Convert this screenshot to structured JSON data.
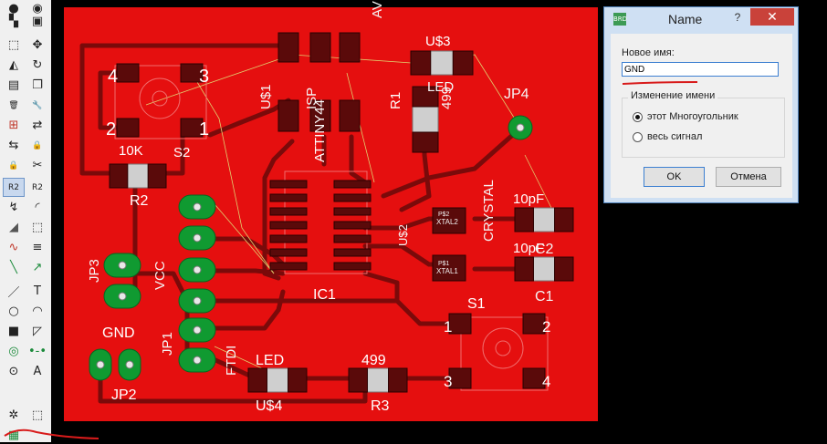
{
  "board": {
    "labels": [
      {
        "text": "4",
        "name": "s2-pin-4-label"
      },
      {
        "text": "3",
        "name": "s2-pin-3-label"
      },
      {
        "text": "2",
        "name": "s2-pin-2-label"
      },
      {
        "text": "1",
        "name": "s2-pin-1-label"
      },
      {
        "text": "10K",
        "name": "r2-value-label"
      },
      {
        "text": "S2",
        "name": "s2-name-label"
      },
      {
        "text": "R2",
        "name": "r2-name-label"
      },
      {
        "text": "U$3",
        "name": "u3-name-label"
      },
      {
        "text": "LED",
        "name": "u3-led-label"
      },
      {
        "text": "AVRISPSMD",
        "name": "avrispsmd-label"
      },
      {
        "text": "U$1",
        "name": "u1-name-label"
      },
      {
        "text": "ISP",
        "name": "isp-label"
      },
      {
        "text": "R1",
        "name": "r1-name-label"
      },
      {
        "text": "499",
        "name": "r1-value-label"
      },
      {
        "text": "JP4",
        "name": "jp4-label"
      },
      {
        "text": "ATTINY44",
        "name": "ic1-value-label"
      },
      {
        "text": "IC1",
        "name": "ic1-name-label"
      },
      {
        "text": "10pF",
        "name": "c2-value-label"
      },
      {
        "text": "10pF",
        "name": "c1-value-label"
      },
      {
        "text": "C2",
        "name": "c2-name-label"
      },
      {
        "text": "C1",
        "name": "c1-name-label"
      },
      {
        "text": "P$2",
        "name": "xtal2-pin-label"
      },
      {
        "text": "XTAL2",
        "name": "xtal2-label"
      },
      {
        "text": "P$1",
        "name": "xtal1-pin-label"
      },
      {
        "text": "XTAL1",
        "name": "xtal1-label"
      },
      {
        "text": "CRYSTAL",
        "name": "crystal-label"
      },
      {
        "text": "U$2",
        "name": "u2-name-label"
      },
      {
        "text": "JP3",
        "name": "jp3-label"
      },
      {
        "text": "VCC",
        "name": "vcc-label"
      },
      {
        "text": "GND",
        "name": "gnd-label"
      },
      {
        "text": "JP1",
        "name": "jp1-label"
      },
      {
        "text": "JP2",
        "name": "jp2-label"
      },
      {
        "text": "FTDI",
        "name": "ftdi-label"
      },
      {
        "text": "LED",
        "name": "u4-led-label"
      },
      {
        "text": "U$4",
        "name": "u4-name-label"
      },
      {
        "text": "499",
        "name": "r3-value-label"
      },
      {
        "text": "R3",
        "name": "r3-name-label"
      },
      {
        "text": "S1",
        "name": "s1-name-label"
      },
      {
        "text": "1",
        "name": "s1-pin-1-label"
      },
      {
        "text": "2",
        "name": "s1-pin-2-label"
      },
      {
        "text": "3",
        "name": "s1-pin-3-label"
      },
      {
        "text": "4",
        "name": "s1-pin-4-label"
      }
    ]
  },
  "toolbar": {
    "icons": [
      {
        "name": "info-icon",
        "glyph": "●"
      },
      {
        "name": "show-icon",
        "glyph": "◉"
      },
      {
        "name": "layers-icon",
        "glyph": "▚"
      },
      {
        "name": "display-icon",
        "glyph": "▣"
      },
      {
        "name": "select-group-icon",
        "glyph": "⬚"
      },
      {
        "name": "move-icon",
        "glyph": "✥"
      },
      {
        "name": "mirror-icon",
        "glyph": "◭"
      },
      {
        "name": "rotate-icon",
        "glyph": "↻"
      },
      {
        "name": "group-icon",
        "glyph": "▤"
      },
      {
        "name": "copy-icon",
        "glyph": "❐"
      },
      {
        "name": "delete-icon",
        "glyph": "🗑"
      },
      {
        "name": "change-wrench-icon",
        "glyph": "🔧"
      },
      {
        "name": "add-part-icon",
        "glyph": "⊞"
      },
      {
        "name": "replace-icon",
        "glyph": "⇄"
      },
      {
        "name": "swap-icon",
        "glyph": "⇆"
      },
      {
        "name": "lock-red-icon",
        "glyph": "🔒"
      },
      {
        "name": "lock-icon",
        "glyph": "🔒"
      },
      {
        "name": "split-icon",
        "glyph": "✂"
      },
      {
        "name": "r2-name-tool-icon",
        "glyph": "R2"
      },
      {
        "name": "r2-value-tool-icon",
        "glyph": "R2"
      },
      {
        "name": "ripup-icon",
        "glyph": "↯"
      },
      {
        "name": "corner-icon",
        "glyph": "◜"
      },
      {
        "name": "optimize-icon",
        "glyph": "◢"
      },
      {
        "name": "route-icon",
        "glyph": "⬚"
      },
      {
        "name": "meander-icon",
        "glyph": "∿"
      },
      {
        "name": "miter-icon",
        "glyph": "≡"
      },
      {
        "name": "route-green-icon",
        "glyph": "╲"
      },
      {
        "name": "autoroute-icon",
        "glyph": "↗"
      },
      {
        "name": "wire-icon",
        "glyph": "／"
      },
      {
        "name": "text-icon",
        "glyph": "T"
      },
      {
        "name": "circle-icon",
        "glyph": "○"
      },
      {
        "name": "arc-icon",
        "glyph": "◠"
      },
      {
        "name": "rect-icon",
        "glyph": "■"
      },
      {
        "name": "polygon-icon",
        "glyph": "◸"
      },
      {
        "name": "via-icon",
        "glyph": "◎"
      },
      {
        "name": "signal-icon",
        "glyph": "•-•"
      },
      {
        "name": "hole-icon",
        "glyph": "⊙"
      },
      {
        "name": "attribute-icon",
        "glyph": "A"
      },
      {
        "name": "drc-icon",
        "glyph": "✲"
      },
      {
        "name": "errors-icon",
        "glyph": "⬚"
      },
      {
        "name": "ratsnest-icon",
        "glyph": "▦"
      }
    ]
  },
  "dialog": {
    "title": "Name",
    "app_icon_text": "BRD",
    "help_label": "?",
    "close_label": "✕",
    "new_name_label": "Новое имя:",
    "new_name_value": "GND",
    "group_label": "Изменение имени",
    "option_polygon": "этот Многоугольник",
    "option_signal": "весь сигнал",
    "ok_label": "OK",
    "cancel_label": "Отмена"
  }
}
